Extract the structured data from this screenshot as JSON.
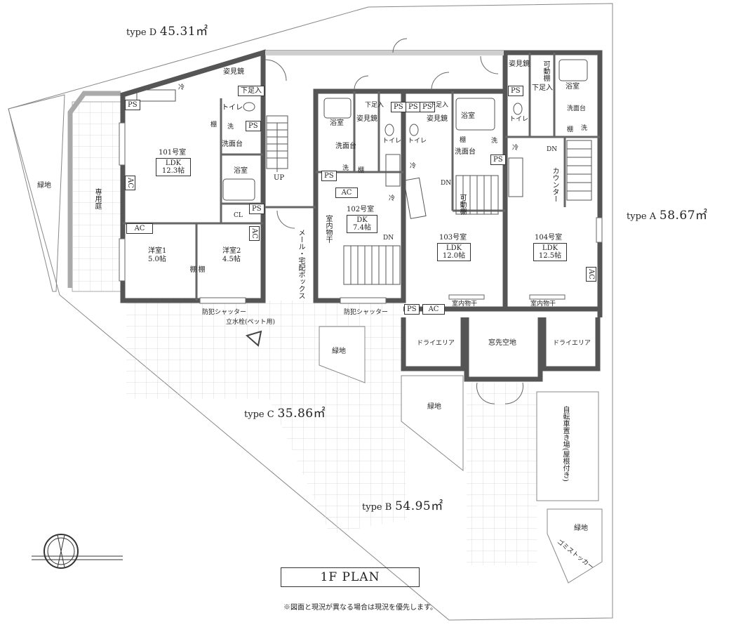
{
  "types": {
    "d": {
      "name": "type D",
      "area": "45.31㎡"
    },
    "a": {
      "name": "type A",
      "area": "58.67㎡"
    },
    "c": {
      "name": "type C",
      "area": "35.86㎡"
    },
    "b": {
      "name": "type B",
      "area": "54.95㎡"
    }
  },
  "rooms": {
    "r101": {
      "name": "101号室",
      "ldk": "LDK",
      "size": "12.3帖"
    },
    "r101_w1": {
      "name": "洋室1",
      "size": "5.0帖"
    },
    "r101_w2": {
      "name": "洋室2",
      "size": "4.5帖"
    },
    "r102": {
      "name": "102号室",
      "ldk": "DK",
      "size": "7.4帖"
    },
    "r103": {
      "name": "103号室",
      "ldk": "LDK",
      "size": "12.0帖"
    },
    "r104": {
      "name": "104号室",
      "ldk": "LDK",
      "size": "12.5帖"
    }
  },
  "labels": {
    "green": "緑地",
    "private_garden": "専用庭",
    "ac": "AC",
    "ps": "PS",
    "cl": "CL",
    "toilet": "トイレ",
    "bath": "浴室",
    "wash": "洗面台",
    "washer": "洗",
    "fridge": "冷",
    "mirror": "姿見鏡",
    "step": "下足入",
    "shelf": "棚",
    "up": "UP",
    "dn": "DN",
    "mailbox": "メール・宅配ボックス",
    "indoor_dry": "室内物干",
    "shutter": "防犯シャッター",
    "faucet": "立水栓(ペット用)",
    "dry_area": "ドライエリア",
    "window_space": "窓先空地",
    "bicycle": "自転車置き場(屋根付き)",
    "garbage": "ゴミストッカー",
    "counter": "カウンター",
    "movable_shelf": "可動棚",
    "plan_title": "1F PLAN",
    "note": "※図面と現況が異なる場合は現況を優先します。"
  }
}
